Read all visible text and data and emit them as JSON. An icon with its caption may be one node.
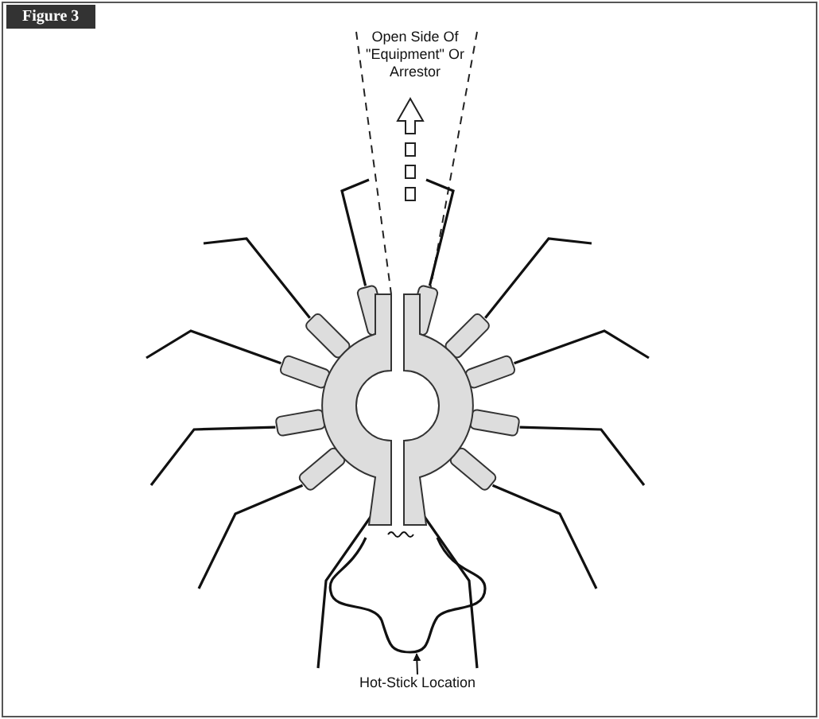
{
  "diagram": {
    "title": "Figure 3",
    "nodes": [
      {
        "text": [
          "Hot-Stick Location"
        ]
      },
      {
        "text": [],
        "shape": "loop"
      }
    ],
    "edges": [
      {
        "from": 0,
        "to": 1,
        "arrow": "to"
      }
    ],
    "labels": [
      "Open Side Of \"Equipment\" Or Arrestor"
    ]
  }
}
